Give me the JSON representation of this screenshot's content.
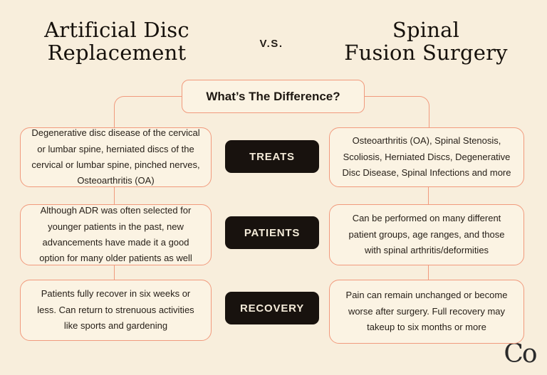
{
  "header": {
    "left_title_line1": "Artificial Disc",
    "left_title_line2": "Replacement",
    "vs": "V.S.",
    "right_title_line1": "Spinal",
    "right_title_line2": "Fusion Surgery"
  },
  "question_box": {
    "label": "What’s The Difference?"
  },
  "rows": [
    {
      "category": "TREATS",
      "left": "Degenerative disc disease of the cervical or lumbar spine, herniated discs of the cervical or lumbar spine, pinched nerves, Osteoarthritis (OA)",
      "right": "Osteoarthritis (OA), Spinal Stenosis, Scoliosis, Herniated Discs, Degenerative Disc Disease, Spinal Infections and more"
    },
    {
      "category": "PATIENTS",
      "left": "Although ADR was often selected for younger patients in the past, new advancements have made it a good option for many older patients as well",
      "right": "Can be performed on many different patient groups, age ranges, and those with spinal arthritis/deformities"
    },
    {
      "category": "RECOVERY",
      "left": "Patients fully recover in six weeks or less. Can return to strenuous activities like sports and gardening",
      "right": "Pain can remain unchanged or become worse after surgery. Full recovery may takeup to six months or more"
    }
  ],
  "logo": {
    "text": "Co"
  },
  "colors": {
    "background": "#f8eedc",
    "panel_fill": "#fbf3e3",
    "accent_border": "#f19a7d",
    "pill_background": "#18120e",
    "pill_text": "#f4ebd9",
    "body_text": "#272019",
    "title_text": "#16110c"
  }
}
